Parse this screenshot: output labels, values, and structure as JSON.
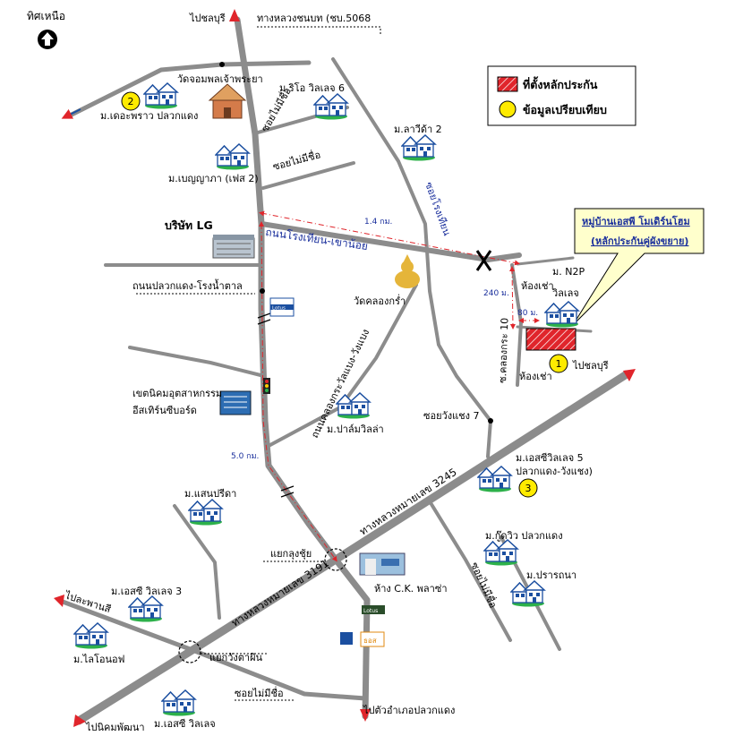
{
  "compass": {
    "label": "ทิศเหนือ"
  },
  "legend": {
    "site_label": "ที่ตั้งหลักประกัน",
    "comparable_label": "ข้อมูลเปรียบเทียบ",
    "site_color": "#e0252b",
    "comparable_color": "#ffeb00"
  },
  "callout": {
    "line1": "หมู่บ้านเอสพี โมเดิร์นโฮม",
    "line2": "(หลักประกันคู่ผังขยาย)"
  },
  "roads": {
    "khonburi": "ทางหลวงชนบท (ชบ.5068",
    "to_chonburi_top": "ไปชลบุรี",
    "to_chonburi_right": "ไปชลบุรี",
    "rongtian": "ถนนโรงเทียน-เขาน้อย",
    "plaeng_rongnamtan": "ถนนปลวกแดง-โรงน้ำตาล",
    "klongkra_wangsaeng": "ถนนคลองกระวัลแบง-วังแบง",
    "soi_rongtian": "ซอยโรงเทียน",
    "hw3245": "ทางหลวงหมายเลข 3245",
    "hw3191": "ทางหลวงหมายเลข 3191",
    "soi_no_name_1": "ซอยไม่มีชื่อ",
    "soi_no_name_2": "ซอยไม่มีชื่อ",
    "soi_no_name_3": "ซอยไม่มีชื่อ",
    "soi_no_name_4": "ซอยไม่มีชื่อ",
    "soi_wangsaeng7": "ซอยวังแชง 7",
    "soi_klongkra10": "ซ.คลองกระ 10",
    "to_pluakdaeng": "ไปตัวอำเภอปลวกแดง",
    "to_nikhom": "ไปนิคมพัฒนา",
    "to_la_phan": "ไปละพานสี",
    "junction_lungchu": "แยกลุงชุ้ย",
    "junction_wangta": "แยกวังตาผิน"
  },
  "distances": {
    "d1": "1.4 กม.",
    "d2": "240 ม.",
    "d3": "80 ม.",
    "d4": "5.0 กม."
  },
  "places": {
    "wat_jom": "วัดจอมพลเจ้าพระยา",
    "mu_rio": "ม.ริโอ วิลเลจ 6",
    "mu_lavida": "ม.ลาวีด้า 2",
    "mu_daprao": "ม.เดอะพราว ปลวกแดง",
    "mu_benya": "ม.เบญญาภา (เฟส 2)",
    "lg": "บริษัท LG",
    "wat_klongkra": "วัดคลองกร่ำ",
    "mu_n2p_1": "ม. N2P",
    "mu_n2p_2": "วิลเลจ",
    "honchao_1": "ห้องเช่า",
    "honchao_2": "ห้องเช่า",
    "industrial_1": "เขตนิคมอุตสาหกรรม",
    "industrial_2": "อีสเทิร์นซีบอร์ด",
    "mu_palm": "ม.ปาล์มวิลล่า",
    "mu_sp5_1": "ม.เอสซีวิลเลจ 5",
    "mu_sp5_2": "ปลวกแดง-วังแชง)",
    "mu_saenpreeda": "ม.แสนปรีดา",
    "ck_plaza": "ห้าง C.K. พลาซ่า",
    "mu_goodlive": "ม.กู๊ดวิว ปลวกแดง",
    "mu_prathana": "ม.ปรารถนา",
    "mu_sc3": "ม.เอสซี วิลเลจ 3",
    "mu_lionoff": "ม.ไลโอนอฟ",
    "mu_sc": "ม.เอสซี วิลเลจ",
    "lotus_1": "Lotus",
    "lotus_2": "Lotus",
    "ptt": "ธอส"
  },
  "markers": {
    "m1": "1",
    "m2": "2",
    "m3": "3"
  }
}
